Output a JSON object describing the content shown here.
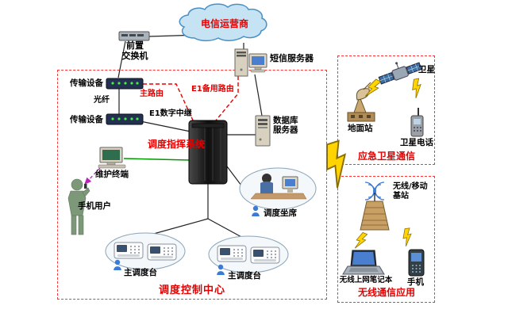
{
  "cloud": {
    "label": "电信运营商"
  },
  "top": {
    "front_switch": "前置\n交换机",
    "sms_server": "短信服务器"
  },
  "control_center": {
    "title": "调度控制中心",
    "transmission_top": "传输设备",
    "transmission_bottom": "传输设备",
    "fiber": "光纤",
    "main_route": "主路由",
    "e1_backup_route": "E1备用路由",
    "e1_trunk": "E1数字中继",
    "dispatch_system": "调度指挥系统",
    "database_server": "数据库\n服务器",
    "maintenance_terminal": "维护终端",
    "mobile_user": "手机用户",
    "dispatch_seat": "调度坐席",
    "console_left": "主调度台",
    "console_right": "主调度台"
  },
  "satcom": {
    "title": "应急卫星通信",
    "satellite": "卫星",
    "ground_station": "地面站",
    "satellite_phone": "卫星电话"
  },
  "wireless": {
    "title": "无线通信应用",
    "base_station": "无线/移动\n基站",
    "laptop": "无线上网笔记本",
    "phone": "手机"
  },
  "colors": {
    "dashed_box": "#ff3333",
    "red_text": "#e60000",
    "label_text": "#000000",
    "cloud_fill": "#c5e3f2",
    "cloud_stroke": "#4a90c4",
    "green_link": "#009900",
    "magenta_link": "#bb22bb",
    "route_dash": "#e60000",
    "bolt": "#ffd400"
  }
}
